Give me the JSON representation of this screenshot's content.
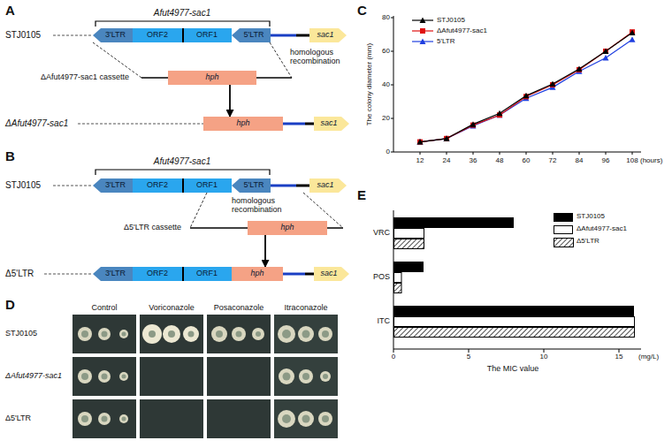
{
  "diagram": {
    "nodes": [
      {
        "text": [
          "3'LTR"
        ]
      },
      {
        "text": [
          "ORF2"
        ]
      },
      {
        "text": [
          "ORF1"
        ]
      },
      {
        "text": [
          "5'LTR"
        ]
      },
      {
        "text": [
          "sac1"
        ]
      },
      {
        "text": [
          "hph"
        ]
      },
      {
        "text": [
          "hph"
        ]
      },
      {
        "text": [
          "sac1"
        ]
      },
      {
        "text": [
          "3'LTR"
        ]
      },
      {
        "text": [
          "ORF2"
        ]
      },
      {
        "text": [
          "ORF1"
        ]
      },
      {
        "text": [
          "5'LTR"
        ]
      },
      {
        "text": [
          "sac1"
        ]
      },
      {
        "text": [
          "hph"
        ]
      },
      {
        "text": [
          "3'LTR"
        ]
      },
      {
        "text": [
          "ORF2"
        ]
      },
      {
        "text": [
          "ORF1"
        ]
      },
      {
        "text": [
          "hph"
        ]
      },
      {
        "text": [
          "sac1"
        ]
      }
    ],
    "edges": [
      {
        "from": 5,
        "to": 6,
        "arrow": "to"
      },
      {
        "from": 13,
        "to": 17,
        "arrow": "to"
      }
    ],
    "labels": [
      "A",
      "Afut4977-sac1",
      "STJ0105",
      "ΔAfut4977-sac1 cassette",
      "homologous recombination",
      "ΔAfut4977-sac1",
      "B",
      "Afut4977-sac1",
      "STJ0105",
      "Δ5'LTR cassette",
      "homologous recombination",
      "Δ5'LTR",
      "C",
      "0",
      "20",
      "40",
      "60",
      "80",
      "The colony diameter (mm)",
      "12",
      "24",
      "36",
      "48",
      "60",
      "72",
      "84",
      "96",
      "108",
      "(hours)",
      "D",
      "Control",
      "Voriconazole",
      "Posaconazole",
      "Itraconazole",
      "STJ0105",
      "ΔAfut4977-sac1",
      "Δ5'LTR",
      "E",
      "VRC",
      "POS",
      "ITC",
      "0",
      "5",
      "10",
      "15",
      "(mg/L)",
      "The MIC value"
    ],
    "legend": [
      {
        "text": "STJ0105"
      },
      {
        "text": "ΔAfut4977-sac1"
      },
      {
        "text": "5'LTR"
      },
      {
        "text": "STJ0105",
        "color": "#000000"
      },
      {
        "text": "ΔAfut4977-sac1",
        "color": "#ffffff"
      },
      {
        "text": "Δ5'LTR"
      }
    ]
  }
}
